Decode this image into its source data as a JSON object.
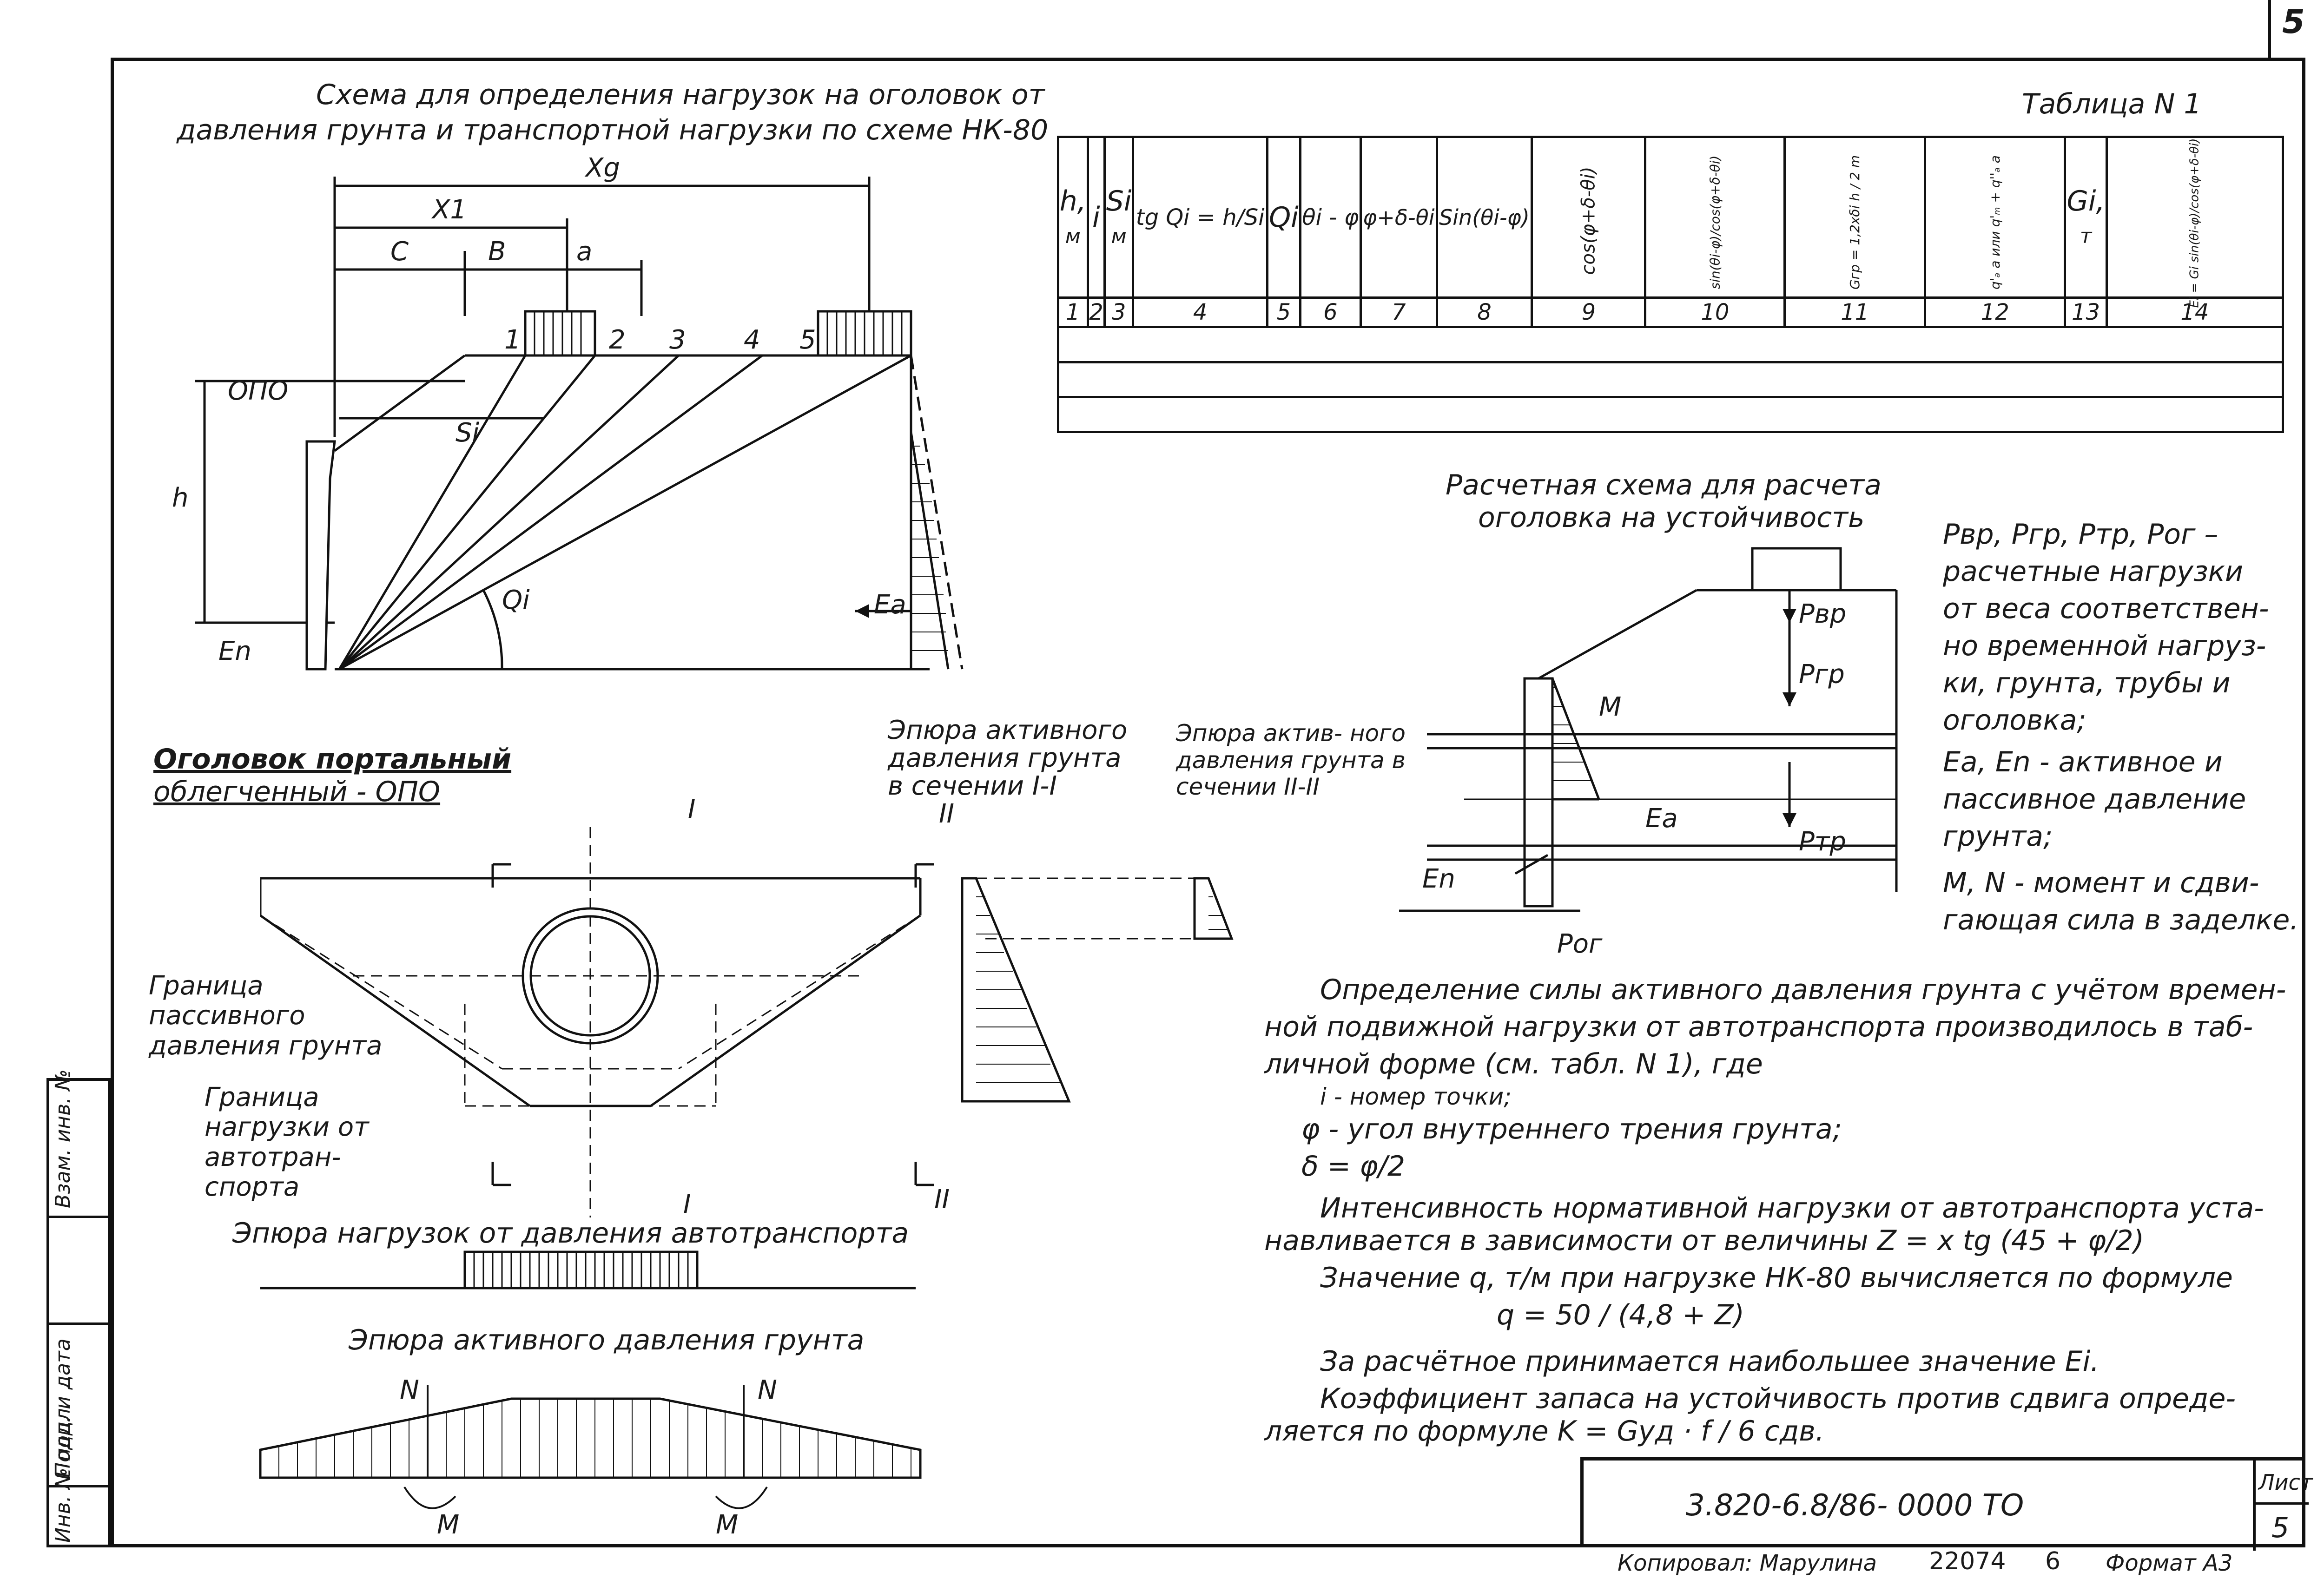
{
  "sheet_number": "5",
  "title_line1": "Схема для определения нагрузок на оголовок от",
  "title_line2": "давления грунта и транспортной нагрузки по схеме НК-80",
  "scheme1": {
    "label_xg": "Xg",
    "label_x1": "X1",
    "label_c": "C",
    "label_b": "B",
    "label_a": "a",
    "label_opo": "ОПО",
    "label_h": "h",
    "label_si": "Si",
    "label_qi": "Qi",
    "label_ea": "Ea",
    "label_en": "En",
    "points": [
      "1",
      "2",
      "3",
      "4",
      "5"
    ]
  },
  "table1": {
    "title": "Таблица N 1",
    "headers": [
      "h,",
      "i",
      "Si",
      "tg Qi = h/Si",
      "Qi",
      "θi - φ",
      "φ+δ-θi",
      "Sin(θi-φ)",
      "cos(φ+δ-θi)",
      "sin(θi-φ)/cos(φ+δ-θi)",
      "Gгр = 1,2xδi h / 2  m",
      "q'ₐ a или q'ₘ + q''ₐ a",
      "Gi,",
      "Ei = Gi sin(θi-φ)/cos(φ+δ-θi)"
    ],
    "units": [
      "м",
      "",
      "м",
      "",
      "",
      "",
      "",
      "",
      "",
      "",
      "",
      "",
      "т",
      ""
    ],
    "numbers": [
      "1",
      "2",
      "3",
      "4",
      "5",
      "6",
      "7",
      "8",
      "9",
      "10",
      "11",
      "12",
      "13",
      "14"
    ]
  },
  "stability_scheme": {
    "title_line1": "Расчетная схема для расчета",
    "title_line2": "оголовка на устойчивость",
    "label_pbp": "Pвр",
    "label_pgr": "Pгр",
    "label_ptp": "Pтр",
    "label_pog": "Pог",
    "label_m": "M",
    "label_ea": "Ea",
    "label_en": "En",
    "epure_label": "Эпюра актив- ного давления грунта в сечении II-II"
  },
  "legend": {
    "line1": "Pвр, Pгр, Pтр, Pог –",
    "line2": "расчетные нагрузки",
    "line3": "от веса соответствен-",
    "line4": "но временной нагруз-",
    "line5": "ки, грунта, трубы и",
    "line6": "оголовка;",
    "line7": "Ea, En - активное и",
    "line8": "пассивное давление",
    "line9": "грунта;",
    "line10": "M, N - момент и сдви-",
    "line11": "гающая сила в заделке."
  },
  "plan": {
    "title_line1": "Оголовок портальный",
    "title_line2": "облегченный - ОПО",
    "epure_section1_line1": "Эпюра активного",
    "epure_section1_line2": "давления грунта",
    "epure_section1_line3": "в сечении I-I",
    "boundary_passive": "Граница пассивного давления грунта",
    "boundary_load": "Граница нагрузки от автотран- спорта",
    "section_I": "I",
    "section_II": "II"
  },
  "epure_transport": "Эпюра нагрузок от давления автотранспорта",
  "epure_active": "Эпюра активного давления грунта",
  "epure_labels": {
    "n": "N",
    "m": "M"
  },
  "text_block": {
    "p1a": "Определение силы активного давления грунта с учётом времен-",
    "p1b": "ной подвижной нагрузки от автотранспорта производилось в таб-",
    "p1c": "личной форме (см. табл. N 1), где",
    "p2": "i - номер точки;",
    "p3": "φ - угол внутреннего трения грунта;",
    "p4": "δ = φ/2",
    "p5a": "Интенсивность нормативной нагрузки от автотранспорта уста-",
    "p5b": "навливается в зависимости от величины Z = x tg (45 + φ/2)",
    "p6": "Значение q, т/м при нагрузке НК-80 вычисляется по формуле",
    "formula_q": "q = 50 / (4,8 + Z)",
    "p7": "За расчётное принимается наибольшее значение Ei.",
    "p8a": "Коэффициент запаса на устойчивость против сдвига опреде-",
    "p8b": "ляется по формуле K = Gуд · f / 6 сдв."
  },
  "stamp": {
    "code": "3.820-6.8/86- 0000 ТО",
    "sheet_label": "Лист",
    "sheet_value": "5"
  },
  "side_stamp": {
    "inv_podl": "Инв. № подл.",
    "podp_data": "Подп. и дата",
    "vzam_inv": "Взам. инв. №"
  },
  "footer": {
    "copied": "Копировал: Марулина",
    "order": "22074",
    "copy_no": "6",
    "format": "Формат А3"
  }
}
